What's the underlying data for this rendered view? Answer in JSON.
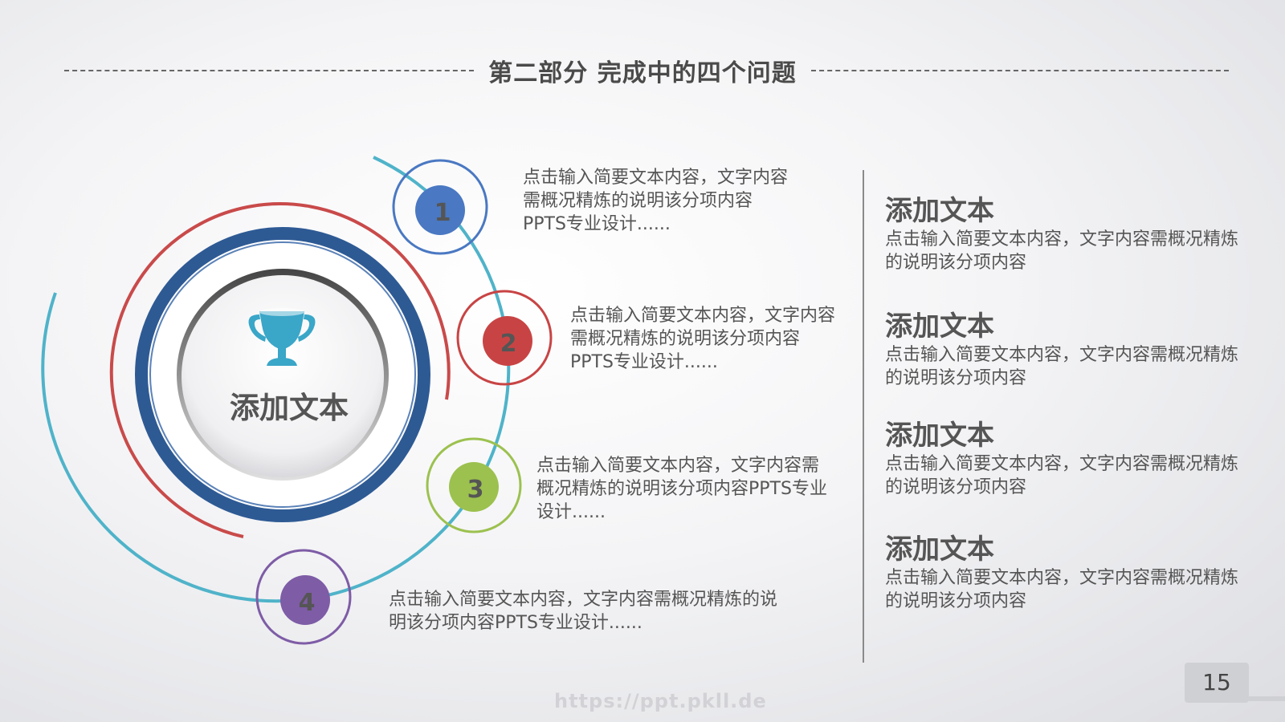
{
  "header": {
    "title": "第二部分  完成中的四个问题"
  },
  "center": {
    "label": "添加文本",
    "icon": "trophy-icon"
  },
  "steps": [
    {
      "number": "1",
      "color": "#4a78c2",
      "ring": "#4a78c2",
      "text": "点击输入简要文本内容，文字内容需概况精炼的说明该分项内容PPTS专业设计......"
    },
    {
      "number": "2",
      "color": "#c84444",
      "ring": "#c84444",
      "text": "点击输入简要文本内容，文字内容需概况精炼的说明该分项内容PPTS专业设计......"
    },
    {
      "number": "3",
      "color": "#9cc14f",
      "ring": "#9cc14f",
      "text": "点击输入简要文本内容，文字内容需概况精炼的说明该分项内容PPTS专业设计......"
    },
    {
      "number": "4",
      "color": "#7e5ca6",
      "ring": "#7e5ca6",
      "text": "点击输入简要文本内容，文字内容需概况精炼的说明该分项内容PPTS专业设计......"
    }
  ],
  "side_items": [
    {
      "title": "添加文本",
      "text": "点击输入简要文本内容，文字内容需概况精炼的说明该分项内容"
    },
    {
      "title": "添加文本",
      "text": "点击输入简要文本内容，文字内容需概况精炼的说明该分项内容"
    },
    {
      "title": "添加文本",
      "text": "点击输入简要文本内容，文字内容需概况精炼的说明该分项内容"
    },
    {
      "title": "添加文本",
      "text": "点击输入简要文本内容，文字内容需概况精炼的说明该分项内容"
    }
  ],
  "page_number": "15",
  "watermark": "https://ppt.pkll.de",
  "colors": {
    "cyan_arc": "#4fb3c9",
    "red_arc": "#c94a4a",
    "navy_ring": "#2e5a94",
    "trophy": "#3aa6c8"
  }
}
